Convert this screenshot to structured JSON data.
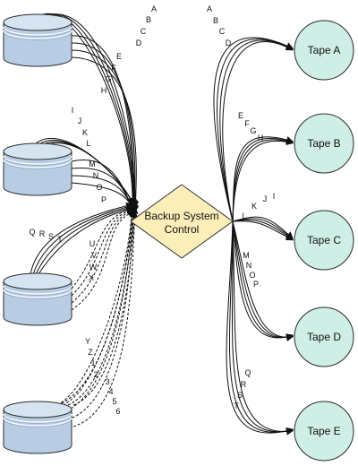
{
  "colors": {
    "disk_fill": "#b8cde3",
    "disk_top": "#d6e4f2",
    "disk_stroke": "#2a2a2a",
    "tape_fill": "#cfeee6",
    "tape_stroke": "#2a2a2a",
    "control_fill": "#fbeeb8",
    "control_stroke": "#333333",
    "line": "#111111"
  },
  "control": {
    "label_line1": "Backup System",
    "label_line2": "Control"
  },
  "disks": [
    {
      "name": "disk-1",
      "connection": "solid",
      "labels": [
        "A",
        "B",
        "C",
        "D",
        "E",
        "F",
        "G",
        "H"
      ]
    },
    {
      "name": "disk-2",
      "connection": "solid",
      "labels": [
        "I",
        "J",
        "K",
        "L",
        "M",
        "N",
        "O",
        "P"
      ]
    },
    {
      "name": "disk-3",
      "connection": "mixed",
      "labels": [
        "Q",
        "R",
        "S",
        "T",
        "U",
        "V",
        "W",
        "X"
      ]
    },
    {
      "name": "disk-4",
      "connection": "dashed",
      "labels": [
        "Y",
        "Z",
        "1",
        "2",
        "3",
        "4",
        "5",
        "6"
      ]
    }
  ],
  "tapes": [
    {
      "label": "Tape A",
      "streams": [
        "A",
        "B",
        "C",
        "D"
      ]
    },
    {
      "label": "Tape B",
      "streams": [
        "E",
        "F",
        "G",
        "H"
      ]
    },
    {
      "label": "Tape C",
      "streams": [
        "I",
        "J",
        "K",
        "L"
      ]
    },
    {
      "label": "Tape D",
      "streams": [
        "M",
        "N",
        "O",
        "P"
      ]
    },
    {
      "label": "Tape E",
      "streams": [
        "Q",
        "R",
        "S",
        "T"
      ]
    }
  ]
}
